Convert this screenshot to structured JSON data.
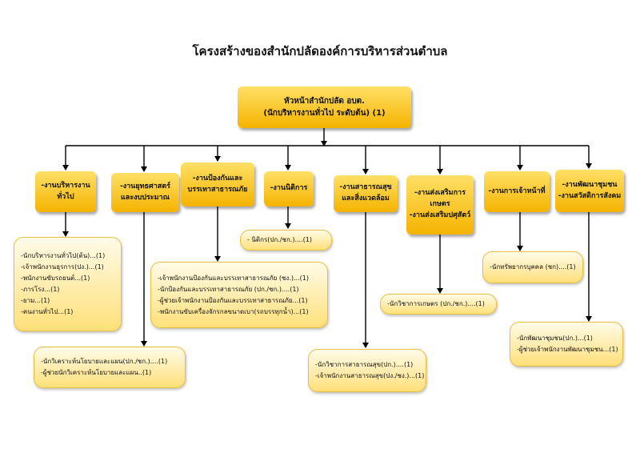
{
  "title": "โครงสร้างของสำนักปลัดองค์การบริหารส่วนตำบล",
  "head": {
    "line1": "หัวหน้าสำนักปลัด อบต.",
    "line2": "(นักบริหารงานทั่วไป ระดับต้น) (1)"
  },
  "units": [
    {
      "lines": [
        "-งานบริหารงาน",
        "ทั่วไป"
      ],
      "staff": [
        "-นักบริหารงานทั่วไป(ต้น)...(1)",
        "-เจ้าพนักงานธุรการ(ปง.)...(1)",
        "-พนักงานขับรถยนต์...(1)",
        "-ภารโรง...(1)",
        "-ยาม...(1)",
        "-คนงานทั่วไป...(1)"
      ]
    },
    {
      "lines": [
        "-งานยุทธศาสตร์",
        "และงบประมาณ"
      ],
      "staff": [
        "-นักวิเคราะห์นโยบายและแผน(ปก./ชก.)....(1)",
        "-ผู้ช่วยนักวิเคราะห์นโยบายและแผน..(1)"
      ]
    },
    {
      "lines": [
        "-งานป้องกันและ",
        "บรรเทาสาธารณภัย"
      ],
      "staff": [
        "-เจ้าพนักงานป้องกันและบรรเทาสาธารณภัย (ชง.)...(1)",
        "-นักป้องกันและบรรเทาสาธารณภัย (ปก./ชก.)....(1)",
        "-ผู้ช่วยเจ้าพนักงานป้องกันและบรรเทาสาธารณภัย...(1)",
        "-พนักงานขับเครื่องจักรกลขนาดเบา(รถบรรทุกน้ำ)...(1)"
      ]
    },
    {
      "lines": [
        "-งานนิติการ"
      ],
      "staff": [
        "- นิติกร(ปก./ชก.)....(1)"
      ]
    },
    {
      "lines": [
        "-งานสาธารณสุข",
        "และสิ่งแวดล้อม"
      ],
      "staff": [
        "-นักวิชาการสาธารณสุข(ปก.)....(1)",
        "-เจ้าพนักงานสาธารณสุข(ปง./ชง.)...(1)"
      ]
    },
    {
      "lines": [
        "-งานส่งเสริมการ",
        "เกษตร",
        "-งานส่งเสริมปศุสัตว์"
      ],
      "staff": [
        "-นักวิชาการเกษตร (ปก./ชก.)....(1)"
      ]
    },
    {
      "lines": [
        "-งานการเจ้าหน้าที่"
      ],
      "staff": [
        "-นักทรัพยากรบุคคล (ชก)....(1)"
      ]
    },
    {
      "lines": [
        "-งานพัฒนาชุมชน",
        "-งานสวัสดิการสังคม"
      ],
      "staff": [
        "-นักพัฒนาชุมชน(ปก.)...(1)",
        "-ผู้ช่วยเจ้าพนักงานพัฒนาชุมชน...(1)"
      ]
    }
  ]
}
